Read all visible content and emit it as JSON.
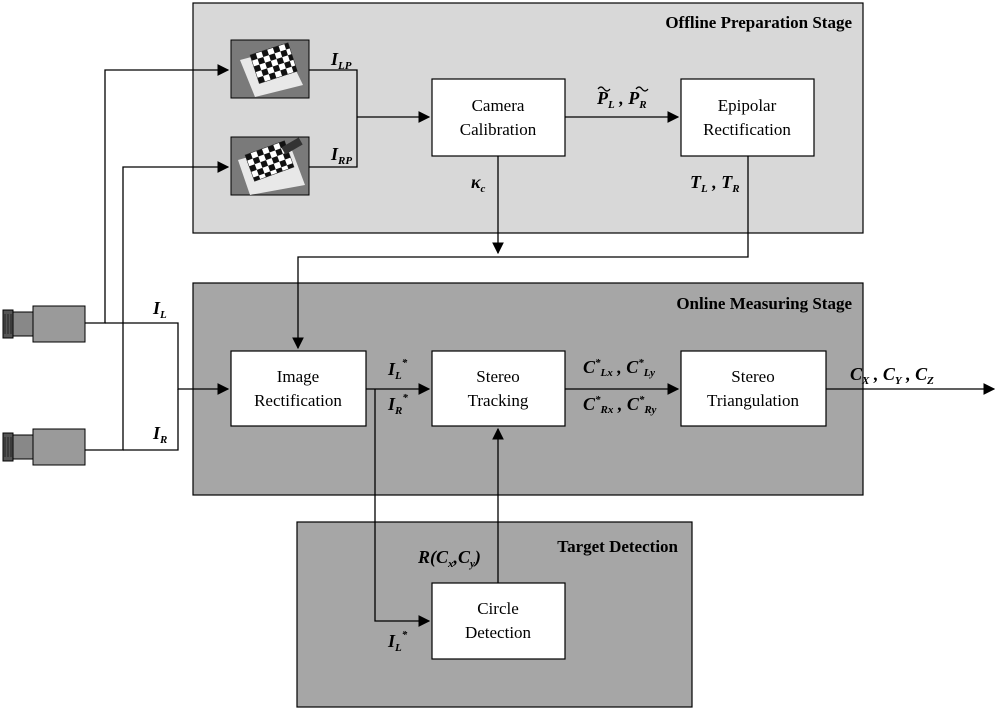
{
  "stages": {
    "offline": "Offline Preparation Stage",
    "online": "Online Measuring Stage",
    "target": "Target Detection"
  },
  "blocks": {
    "camera_calibration": [
      "Camera",
      "Calibration"
    ],
    "epipolar_rectification": [
      "Epipolar",
      "Rectification"
    ],
    "image_rectification": [
      "Image",
      "Rectification"
    ],
    "stereo_tracking": [
      "Stereo",
      "Tracking"
    ],
    "stereo_triangulation": [
      "Stereo",
      "Triangulation"
    ],
    "circle_detection": [
      "Circle",
      "Detection"
    ]
  },
  "signals": {
    "I_LP": {
      "base": "I",
      "sub": "LP"
    },
    "I_RP": {
      "base": "I",
      "sub": "RP"
    },
    "P_LR": {
      "a": "P",
      "a_sub": "L",
      "b": "P",
      "b_sub": "R"
    },
    "kappa_c": {
      "base": "κ",
      "sub": "c"
    },
    "T_LR": {
      "a": "T",
      "a_sub": "L",
      "b": "T",
      "b_sub": "R"
    },
    "I_L": {
      "base": "I",
      "sub": "L"
    },
    "I_R": {
      "base": "I",
      "sub": "R"
    },
    "I_L_star": {
      "base": "I",
      "sub": "L",
      "sup": "*"
    },
    "I_R_star": {
      "base": "I",
      "sub": "R",
      "sup": "*"
    },
    "I_L_star_2": {
      "base": "I",
      "sub": "L",
      "sup": "*"
    },
    "C_L": {
      "a": "C",
      "a_sup": "*",
      "a_sub": "Lx",
      "b": "C",
      "b_sup": "*",
      "b_sub": "Ly"
    },
    "C_R": {
      "a": "C",
      "a_sup": "*",
      "a_sub": "Rx",
      "b": "C",
      "b_sup": "*",
      "b_sub": "Ry"
    },
    "R_C": {
      "text_pre": "R(",
      "c1": "C",
      "c1_sub": "x",
      "sep": ",",
      "c2": "C",
      "c2_sub": "y",
      "text_post": ")"
    },
    "C_out": {
      "a": "C",
      "a_sub": "X",
      "b": "C",
      "b_sub": "Y",
      "c": "C",
      "c_sub": "Z"
    }
  },
  "colors": {
    "offline_fill": "#d8d8d8",
    "online_fill": "#a6a6a6",
    "block_fill": "#ffffff",
    "stroke": "#000000"
  }
}
